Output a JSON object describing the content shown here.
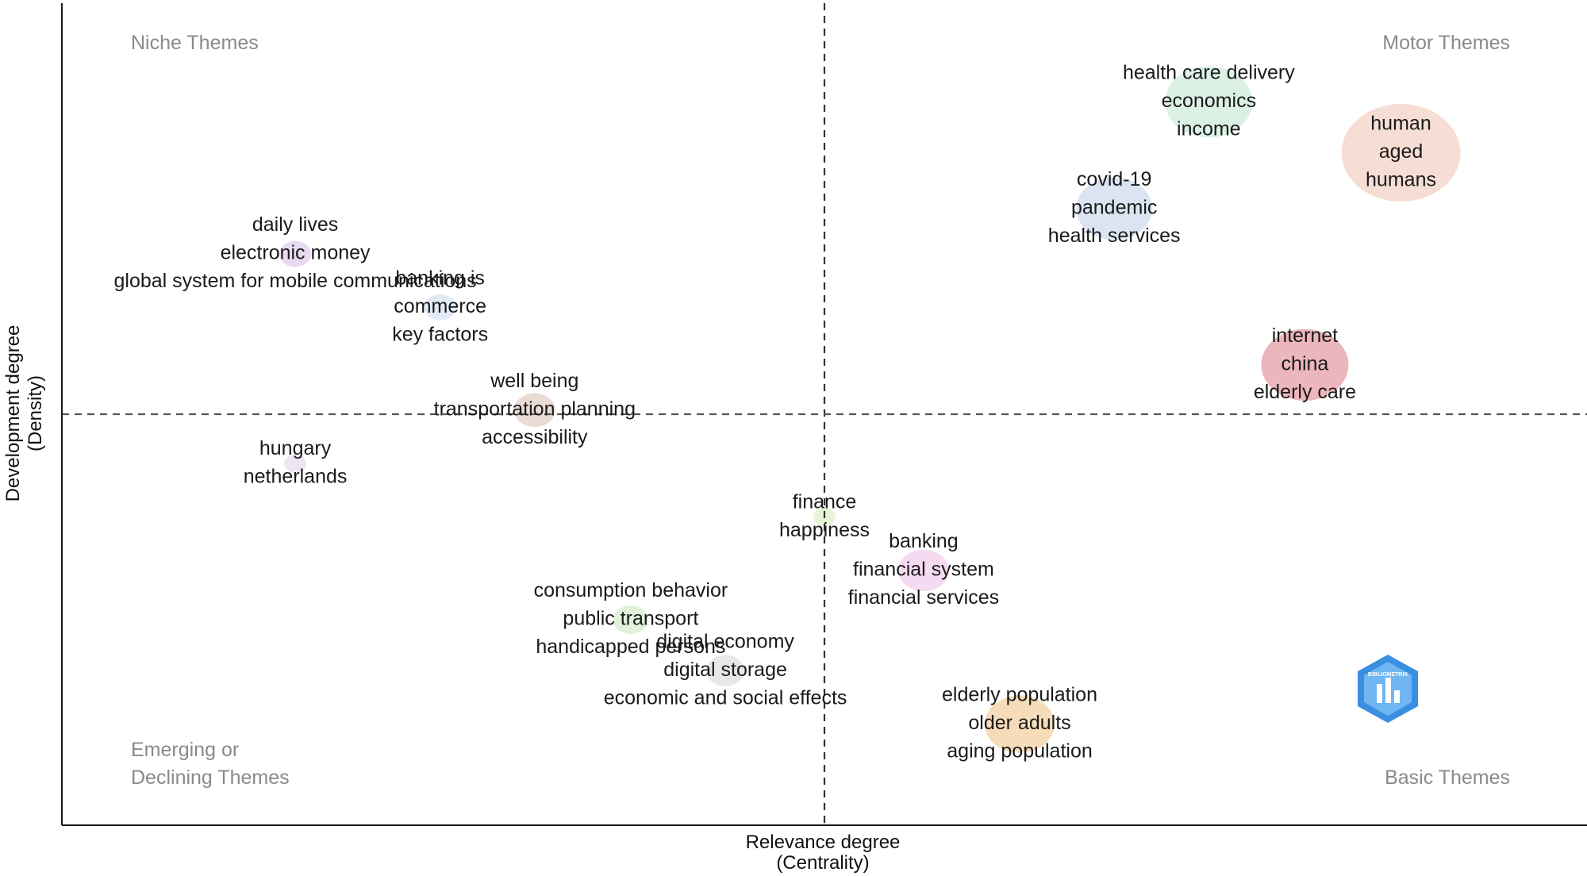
{
  "chart_data": {
    "type": "scatter",
    "subtype": "thematic-map-bubble",
    "xlabel": "Relevance degree",
    "xlabel_sub": "(Centrality)",
    "ylabel": "Development degree",
    "ylabel_sub": "(Density)",
    "xlim": [
      0,
      100
    ],
    "ylim": [
      0,
      100
    ],
    "x_divider": 50,
    "y_divider": 50,
    "grid": false,
    "quadrants": [
      {
        "id": "niche",
        "lines": [
          "Niche Themes"
        ],
        "position": "top-left"
      },
      {
        "id": "motor",
        "lines": [
          "Motor Themes"
        ],
        "position": "top-right"
      },
      {
        "id": "emerging",
        "lines": [
          "Emerging or",
          "Declining Themes"
        ],
        "position": "bottom-left"
      },
      {
        "id": "basic",
        "lines": [
          "Basic Themes"
        ],
        "position": "bottom-right"
      }
    ],
    "clusters": [
      {
        "labels": [
          "health care delivery",
          "economics",
          "income"
        ],
        "x": 75.2,
        "y": 88.0,
        "size": 55,
        "color": "#d6efe2"
      },
      {
        "labels": [
          "human",
          "aged",
          "humans"
        ],
        "x": 87.8,
        "y": 81.8,
        "size": 75,
        "color": "#f4d8cd"
      },
      {
        "labels": [
          "covid-19",
          "pandemic",
          "health services"
        ],
        "x": 69.0,
        "y": 75.0,
        "size": 48,
        "color": "#d5dff0"
      },
      {
        "labels": [
          "internet",
          "china",
          "elderly care"
        ],
        "x": 81.5,
        "y": 56.0,
        "size": 55,
        "color": "#e8a9b0"
      },
      {
        "labels": [
          "daily lives",
          "electronic money",
          "global system for mobile communications"
        ],
        "x": 15.3,
        "y": 69.5,
        "size": 20,
        "color": "#e3d4ee"
      },
      {
        "labels": [
          "banking is",
          "commerce",
          "key factors"
        ],
        "x": 24.8,
        "y": 63.0,
        "size": 20,
        "color": "#dce6f3"
      },
      {
        "labels": [
          "well being",
          "transportation planning",
          "accessibility"
        ],
        "x": 31.0,
        "y": 50.5,
        "size": 26,
        "color": "#e6d6cc"
      },
      {
        "labels": [
          "hungary",
          "netherlands"
        ],
        "x": 15.3,
        "y": 44.0,
        "size": 14,
        "color": "#ece1f0"
      },
      {
        "labels": [
          "finance",
          "happiness"
        ],
        "x": 50.0,
        "y": 37.5,
        "size": 14,
        "color": "#e3f3cf"
      },
      {
        "labels": [
          "banking",
          "financial system",
          "financial services"
        ],
        "x": 56.5,
        "y": 31.0,
        "size": 32,
        "color": "#f3d5ee"
      },
      {
        "labels": [
          "consumption behavior",
          "public transport",
          "handicapped persons"
        ],
        "x": 37.3,
        "y": 25.0,
        "size": 22,
        "color": "#dcefd6"
      },
      {
        "labels": [
          "digital economy",
          "digital storage",
          "economic and social effects"
        ],
        "x": 43.5,
        "y": 18.8,
        "size": 24,
        "color": "#e4e4e4"
      },
      {
        "labels": [
          "elderly population",
          "older adults",
          "aging population"
        ],
        "x": 62.8,
        "y": 12.3,
        "size": 44,
        "color": "#f5d6ad"
      }
    ],
    "logo_text": "BIBLIOMETRIX",
    "colors": {
      "axis": "#1a1a1a",
      "divider": "#555555",
      "quadrant_text": "#8a8a8a",
      "text": "#1a1a1a",
      "logo": "#3a8fe0"
    }
  }
}
